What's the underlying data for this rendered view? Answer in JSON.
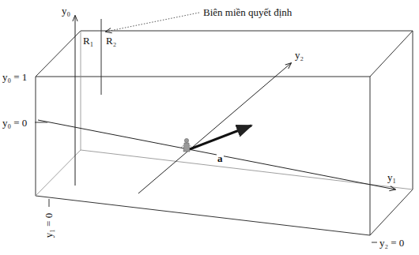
{
  "diagram": {
    "labels": [
      "Biên miền quyết định",
      "y₀",
      "R₁",
      "R₂",
      "y₀ = 1",
      "y₀ = 0",
      "y₂",
      "a",
      "y₁",
      "y₁ = 0",
      "y₂ = 0"
    ]
  }
}
